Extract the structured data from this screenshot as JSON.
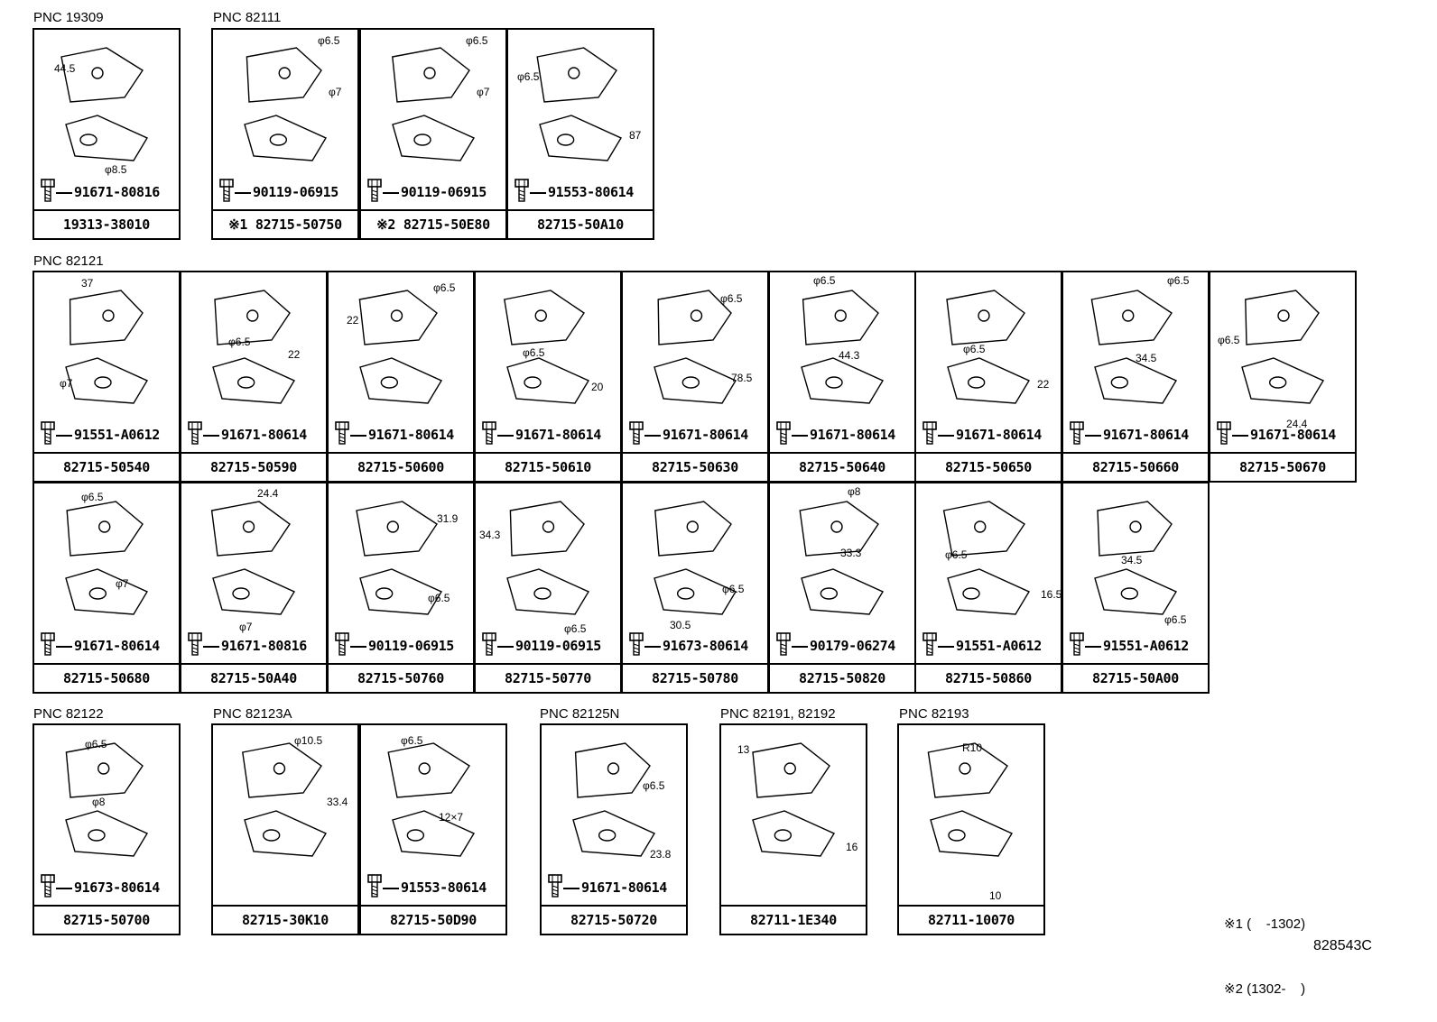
{
  "groups": [
    {
      "label": "PNC 19309"
    },
    {
      "label": "PNC 82111"
    },
    {
      "label": "PNC 82121"
    },
    {
      "label": "PNC 82122"
    },
    {
      "label": "PNC 82123A"
    },
    {
      "label": "PNC 82125N"
    },
    {
      "label": "PNC 82191, 82192"
    },
    {
      "label": "PNC 82193"
    }
  ],
  "cells": [
    {
      "part": "19313-38010",
      "bolt": "91671-80816",
      "dims": [
        "44.5",
        "φ8.5"
      ]
    },
    {
      "part": "※1 82715-50750",
      "bolt": "90119-06915",
      "dims": [
        "φ6.5",
        "φ7"
      ]
    },
    {
      "part": "※2 82715-50E80",
      "bolt": "90119-06915",
      "dims": [
        "φ6.5",
        "φ7"
      ]
    },
    {
      "part": "82715-50A10",
      "bolt": "91553-80614",
      "dims": [
        "φ6.5",
        "87"
      ]
    },
    {
      "part": "82715-50540",
      "bolt": "91551-A0612",
      "dims": [
        "37",
        "φ7"
      ]
    },
    {
      "part": "82715-50590",
      "bolt": "91671-80614",
      "dims": [
        "φ6.5",
        "22"
      ]
    },
    {
      "part": "82715-50600",
      "bolt": "91671-80614",
      "dims": [
        "22",
        "φ6.5"
      ]
    },
    {
      "part": "82715-50610",
      "bolt": "91671-80614",
      "dims": [
        "φ6.5",
        "20"
      ]
    },
    {
      "part": "82715-50630",
      "bolt": "91671-80614",
      "dims": [
        "φ6.5",
        "78.5"
      ]
    },
    {
      "part": "82715-50640",
      "bolt": "91671-80614",
      "dims": [
        "φ6.5",
        "44.3"
      ]
    },
    {
      "part": "82715-50650",
      "bolt": "91671-80614",
      "dims": [
        "φ6.5",
        "22"
      ]
    },
    {
      "part": "82715-50660",
      "bolt": "91671-80614",
      "dims": [
        "φ6.5",
        "34.5"
      ]
    },
    {
      "part": "82715-50670",
      "bolt": "91671-80614",
      "dims": [
        "φ6.5",
        "24.4"
      ]
    },
    {
      "part": "82715-50680",
      "bolt": "91671-80614",
      "dims": [
        "φ6.5",
        "φ7"
      ]
    },
    {
      "part": "82715-50A40",
      "bolt": "91671-80816",
      "dims": [
        "24.4",
        "φ7"
      ]
    },
    {
      "part": "82715-50760",
      "bolt": "90119-06915",
      "dims": [
        "31.9",
        "φ6.5"
      ]
    },
    {
      "part": "82715-50770",
      "bolt": "90119-06915",
      "dims": [
        "34.3",
        "φ6.5"
      ]
    },
    {
      "part": "82715-50780",
      "bolt": "91673-80614",
      "dims": [
        "φ6.5",
        "30.5"
      ]
    },
    {
      "part": "82715-50820",
      "bolt": "90179-06274",
      "dims": [
        "φ8",
        "33.3"
      ]
    },
    {
      "part": "82715-50860",
      "bolt": "91551-A0612",
      "dims": [
        "φ6.5",
        "16.5"
      ]
    },
    {
      "part": "82715-50A00",
      "bolt": "91551-A0612",
      "dims": [
        "34.5",
        "φ6.5"
      ]
    },
    {
      "part": "82715-50700",
      "bolt": "91673-80614",
      "dims": [
        "φ6.5",
        "φ8"
      ]
    },
    {
      "part": "82715-30K10",
      "bolt": "",
      "dims": [
        "φ10.5",
        "33.4"
      ]
    },
    {
      "part": "82715-50D90",
      "bolt": "91553-80614",
      "dims": [
        "φ6.5",
        "12×7"
      ]
    },
    {
      "part": "82715-50720",
      "bolt": "91671-80614",
      "dims": [
        "φ6.5",
        "23.8"
      ]
    },
    {
      "part": "82711-1E340",
      "bolt": "",
      "dims": [
        "13",
        "16"
      ]
    },
    {
      "part": "82711-10070",
      "bolt": "",
      "dims": [
        "R10",
        "10"
      ]
    }
  ],
  "legend": {
    "line1": "※1 (    -1302)",
    "line2": "※2 (1302-    )"
  },
  "diagram_code": "828543C"
}
